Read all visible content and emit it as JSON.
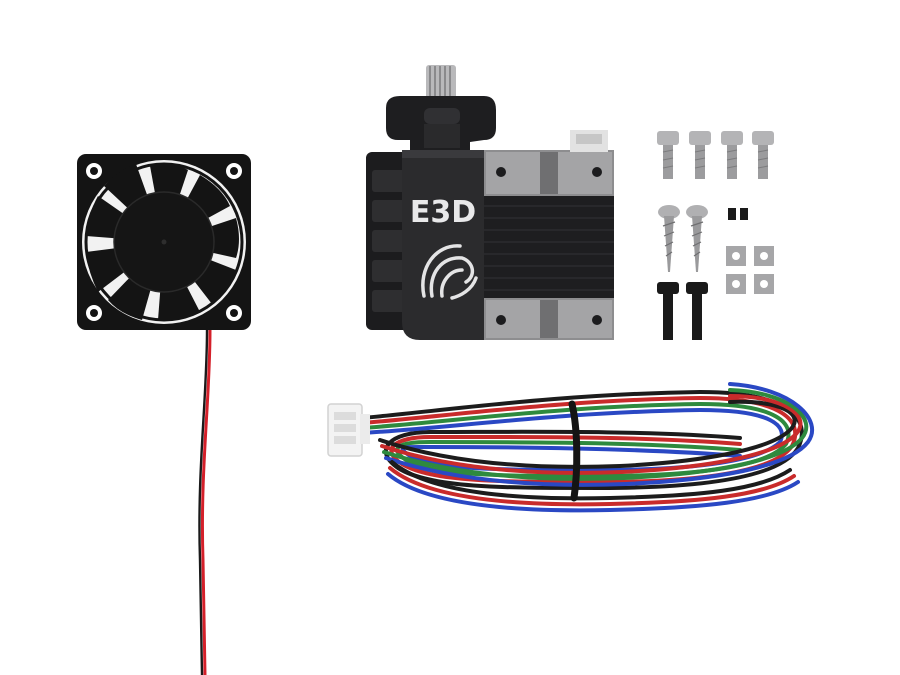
{
  "scene": {
    "background_color": "#ffffff",
    "items": [
      {
        "name": "cooling-fan",
        "icon": "fan-icon"
      },
      {
        "name": "extruder-assembly",
        "icon": "extruder-icon"
      },
      {
        "name": "mounting-screws",
        "icon": "screw-icon"
      },
      {
        "name": "motor-cable",
        "icon": "cable-icon"
      }
    ]
  },
  "extruder": {
    "logo_text": "E3D"
  },
  "colors": {
    "fan_body": "#141414",
    "fan_blade_gap": "#f2f2f2",
    "extruder_body": "#2b2b2d",
    "motor_metal": "#8d8d8f",
    "fan_wire_red": "#d4202a",
    "fan_wire_black": "#1a1a1a",
    "cable_red": "#c92b2b",
    "cable_green": "#2e8a3e",
    "cable_blue": "#2a48c4",
    "cable_black": "#1c1c1c",
    "connector": "#f3f3f3"
  }
}
